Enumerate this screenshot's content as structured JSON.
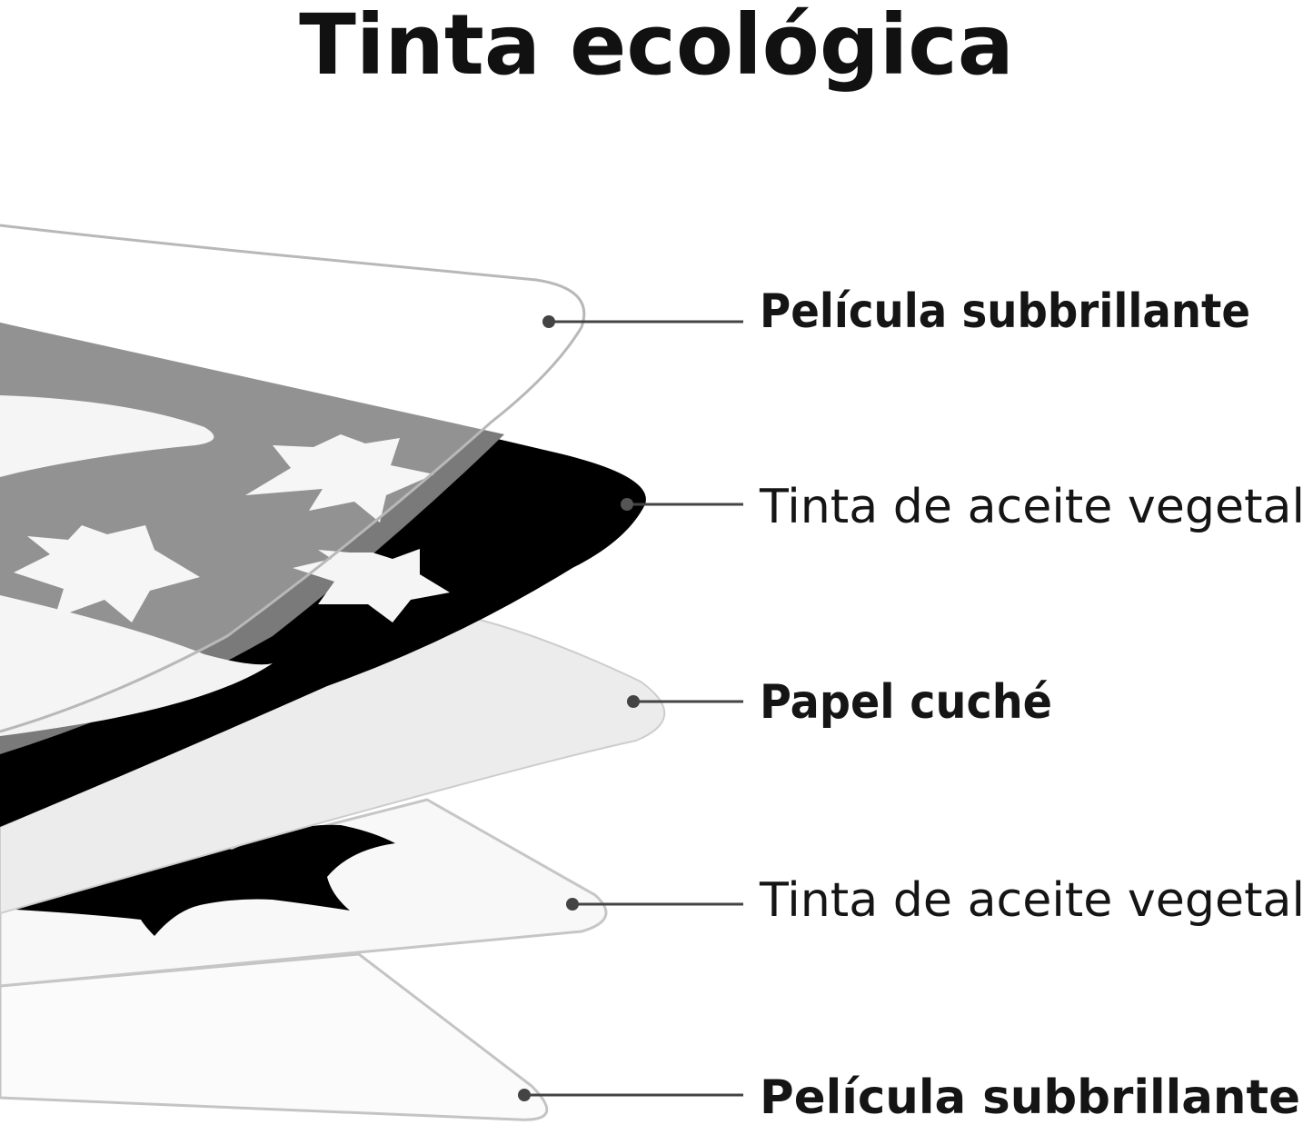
{
  "title": "Tinta ecológica",
  "layers": [
    {
      "label": "Película subbrillante",
      "weight": "bold"
    },
    {
      "label": "Tinta de aceite vegetal",
      "weight": "regular"
    },
    {
      "label": "Papel cuché",
      "weight": "bold"
    },
    {
      "label": "Tinta de aceite vegetal",
      "weight": "regular"
    },
    {
      "label": "Película subbrillante",
      "weight": "bold"
    }
  ],
  "colors": {
    "text": "#151515",
    "ink": "#000000",
    "film_outline": "#b8b8b8",
    "leader": "#444444",
    "paper": "#eeeeee"
  }
}
